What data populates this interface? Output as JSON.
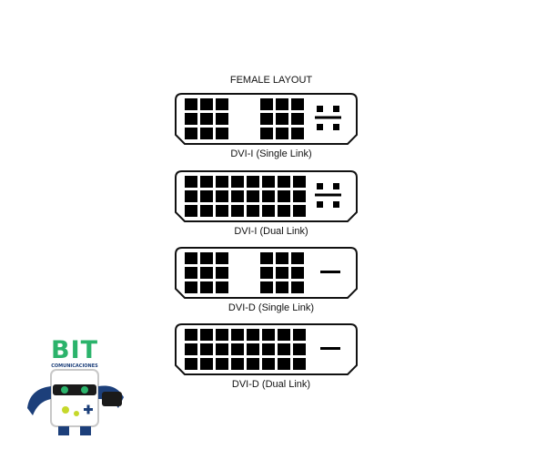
{
  "title": "FEMALE LAYOUT",
  "connectors": [
    {
      "caption": "DVI-I (Single Link)",
      "left_grid_cols": 3,
      "right_grid_cols": 3,
      "analog": true
    },
    {
      "caption": "DVI-I (Dual Link)",
      "left_grid_cols": 8,
      "right_grid_cols": 0,
      "analog": true
    },
    {
      "caption": "DVI-D (Single Link)",
      "left_grid_cols": 3,
      "right_grid_cols": 3,
      "analog": false
    },
    {
      "caption": "DVI-D (Dual Link)",
      "left_grid_cols": 8,
      "right_grid_cols": 0,
      "analog": false
    }
  ],
  "logo": {
    "name": "BIT",
    "subtitle": "COMUNICACIONES"
  },
  "colors": {
    "pin": "#000000",
    "outline": "#111111",
    "logo_green": "#2bb36b",
    "logo_blue": "#1c3f7a"
  }
}
